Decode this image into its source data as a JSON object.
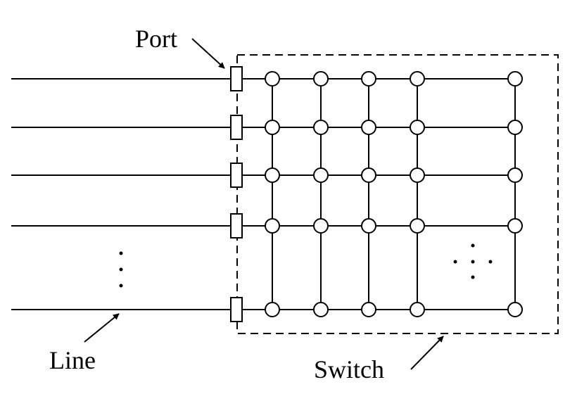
{
  "labels": {
    "port": "Port",
    "line": "Line",
    "switch": "Switch"
  },
  "grid": {
    "visible_rows": 5,
    "visible_columns": 5,
    "rows_continue": true,
    "columns_continue": true
  },
  "colors": {
    "stroke": "#000000",
    "background": "#ffffff"
  }
}
